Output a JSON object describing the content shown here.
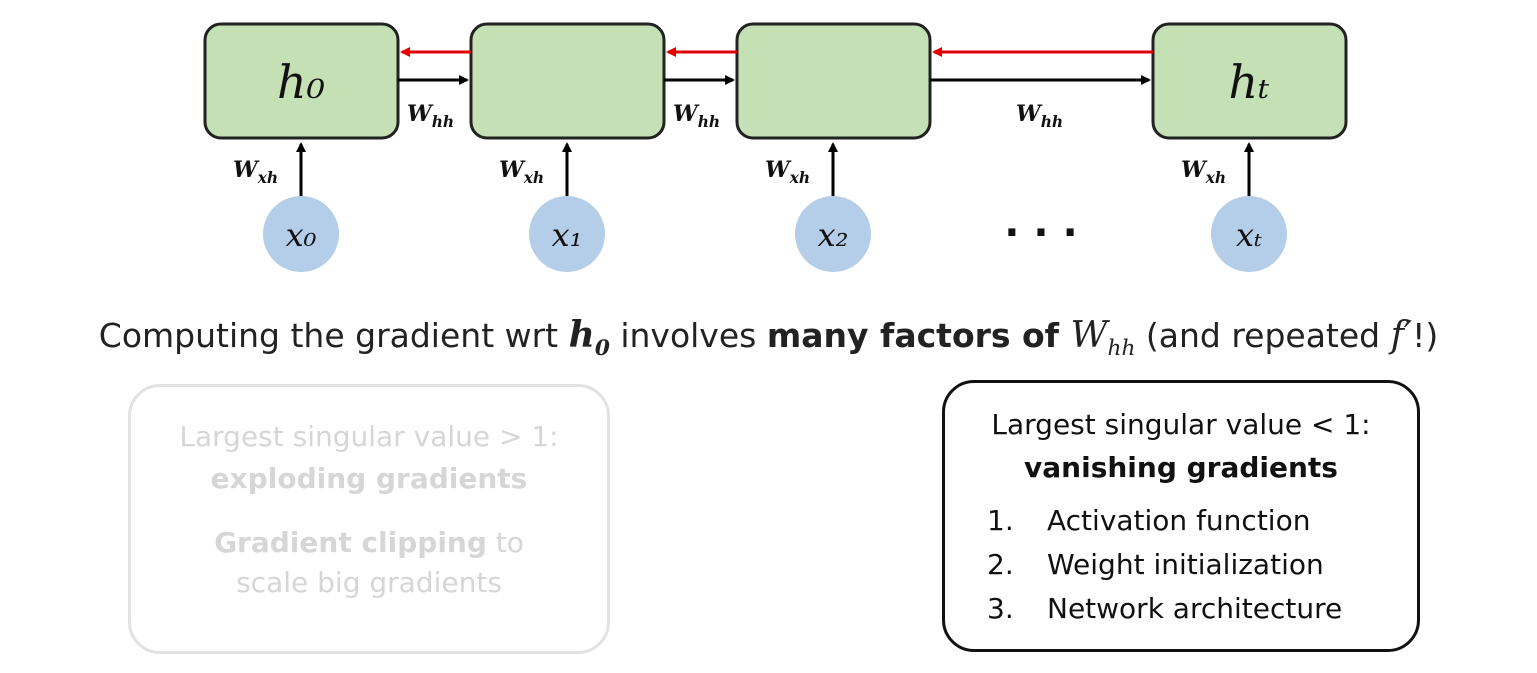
{
  "diagram": {
    "hidden_states": [
      "h₀",
      "",
      "",
      "hₜ"
    ],
    "inputs": [
      "x₀",
      "x₁",
      "x₂",
      "xₜ"
    ],
    "ellipsis": "· · ·",
    "recurrent_weight_label": "W",
    "recurrent_weight_sub": "hh",
    "input_weight_label": "W",
    "input_weight_sub": "xh",
    "colors": {
      "hidden_fill": "#c5e0b4",
      "input_fill": "#b4cde8",
      "backprop_arrow": "#e00000",
      "forward_arrow": "#000000"
    }
  },
  "caption": {
    "prefix": "Computing the gradient wrt ",
    "h0_base": "h",
    "h0_sub": "0",
    "middle": " involves ",
    "bold": "many factors of ",
    "w_base": "W",
    "w_sub": "hh",
    "suffix_pre": " (and repeated ",
    "fprime": "f′",
    "suffix_post": "!)"
  },
  "exploding_box": {
    "line1": "Largest singular value > 1:",
    "line2": "exploding gradients",
    "line3_bold": "Gradient clipping",
    "line3_rest": " to",
    "line4": "scale big gradients"
  },
  "vanishing_box": {
    "line1": "Largest singular value < 1:",
    "line2": "vanishing gradients",
    "items": [
      {
        "num": "1.",
        "text": "Activation function"
      },
      {
        "num": "2.",
        "text": "Weight initialization"
      },
      {
        "num": "3.",
        "text": "Network architecture"
      }
    ]
  }
}
